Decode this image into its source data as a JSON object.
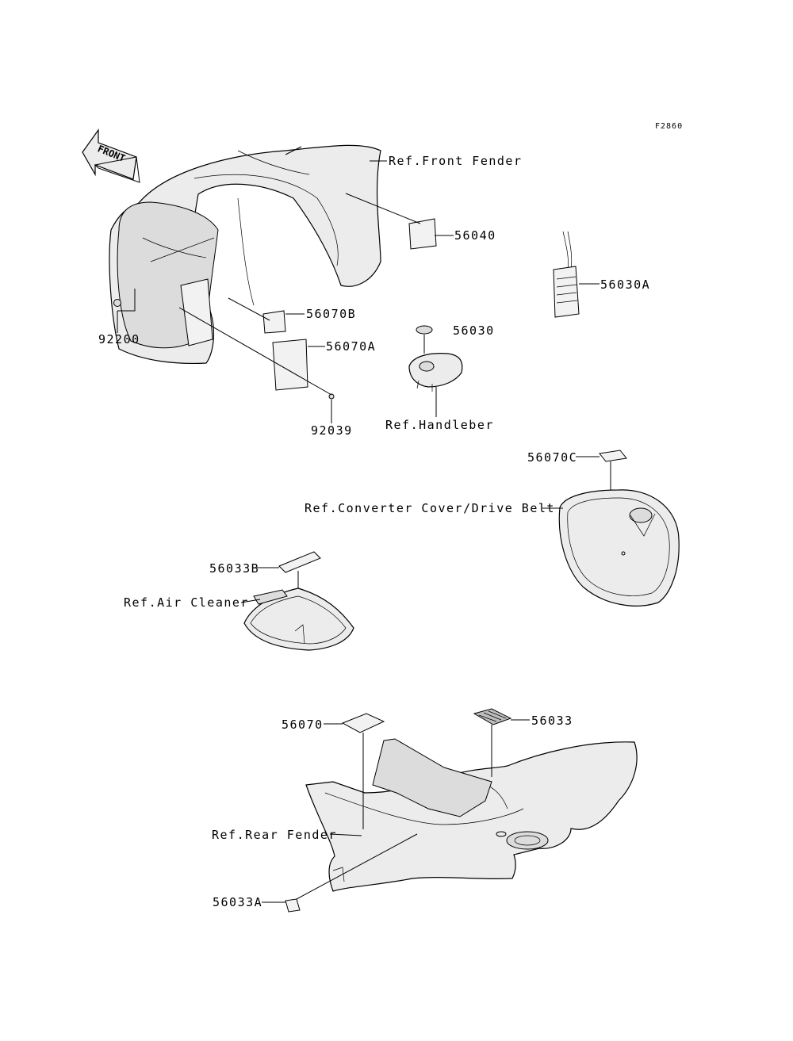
{
  "figure_code": "F2860",
  "front_arrow_text": "FRONT",
  "labels": {
    "ref_front_fender": "Ref.Front Fender",
    "p56040": "56040",
    "p56030A": "56030A",
    "p56070B": "56070B",
    "p56070A": "56070A",
    "p92200": "92200",
    "p56030": "56030",
    "ref_handleber": "Ref.Handleber",
    "p92039": "92039",
    "p56070C": "56070C",
    "ref_converter": "Ref.Converter Cover/Drive Belt",
    "p56033B": "56033B",
    "ref_air_cleaner": "Ref.Air Cleaner",
    "p56070": "56070",
    "p56033": "56033",
    "ref_rear_fender": "Ref.Rear Fender",
    "p56033A": "56033A"
  }
}
